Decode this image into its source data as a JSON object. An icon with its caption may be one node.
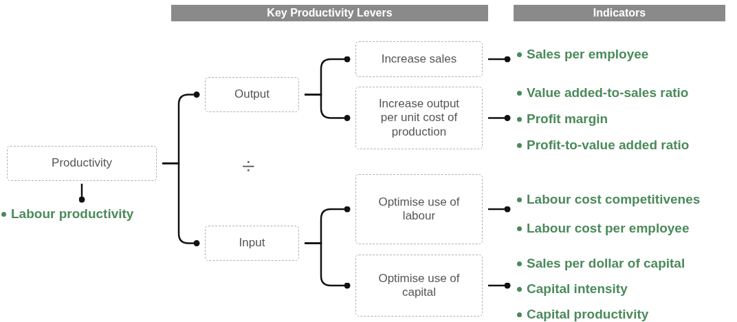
{
  "diagram": {
    "nodes": [
      {
        "text": [
          "Key Productivity Levers"
        ]
      },
      {
        "text": [
          "Indicators"
        ]
      },
      {
        "text": [
          "Productivity"
        ]
      },
      {
        "text": [
          "Labour productivity"
        ]
      },
      {
        "text": [
          "Output"
        ]
      },
      {
        "text": [
          "Input"
        ]
      },
      {
        "text": [
          "Increase sales"
        ]
      },
      {
        "text": [
          "Increase output per unit cost of production"
        ]
      },
      {
        "text": [
          "Optimise use of labour"
        ]
      },
      {
        "text": [
          "Optimise use of capital"
        ]
      },
      {
        "text": [
          "Sales per employee"
        ]
      },
      {
        "text": [
          "Value added-to-sales ratio",
          "Profit margin",
          "Profit-to-value added ratio"
        ]
      },
      {
        "text": [
          "Labour cost competitivenes",
          "Labour cost per employee"
        ]
      },
      {
        "text": [
          "Sales per dollar of capital",
          "Capital intensity",
          "Capital productivity"
        ]
      }
    ],
    "edges": [
      {
        "from": 2,
        "to": 3,
        "arrow": "other"
      },
      {
        "from": 2,
        "to": 4,
        "arrow": "other"
      },
      {
        "from": 2,
        "to": 5,
        "arrow": "other"
      },
      {
        "from": 4,
        "to": 6,
        "arrow": "other"
      },
      {
        "from": 4,
        "to": 7,
        "arrow": "other"
      },
      {
        "from": 5,
        "to": 8,
        "arrow": "other"
      },
      {
        "from": 5,
        "to": 9,
        "arrow": "other"
      },
      {
        "from": 6,
        "to": 10,
        "arrow": "other"
      },
      {
        "from": 7,
        "to": 11,
        "arrow": "other"
      },
      {
        "from": 8,
        "to": 12,
        "arrow": "other"
      },
      {
        "from": 9,
        "to": 13,
        "arrow": "other"
      }
    ],
    "labels": [
      "÷"
    ]
  }
}
